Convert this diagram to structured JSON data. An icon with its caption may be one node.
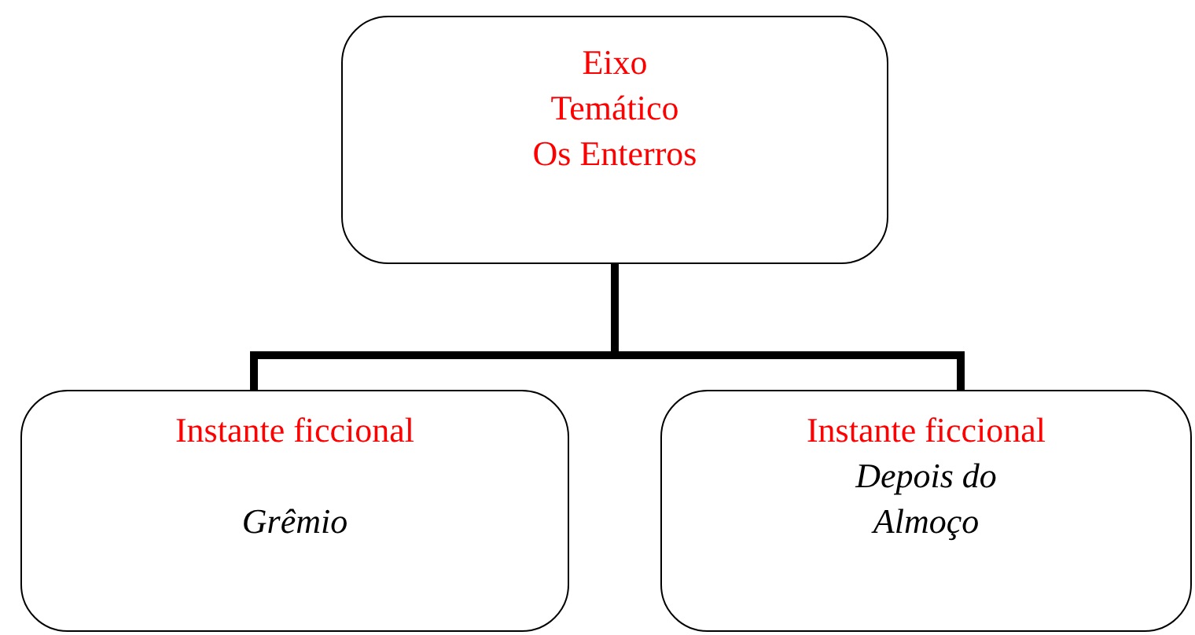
{
  "diagram": {
    "nodes": [
      {
        "text": [
          "Eixo Temático",
          "Os Enterros"
        ]
      },
      {
        "text": [
          "Instante ficcional",
          "Grêmio"
        ]
      },
      {
        "text": [
          "Instante ficcional",
          "Depois do Almoço"
        ]
      }
    ],
    "edges": [
      {
        "from": 0,
        "to": 1,
        "arrow": "none"
      },
      {
        "from": 0,
        "to": 2,
        "arrow": "none"
      }
    ]
  }
}
